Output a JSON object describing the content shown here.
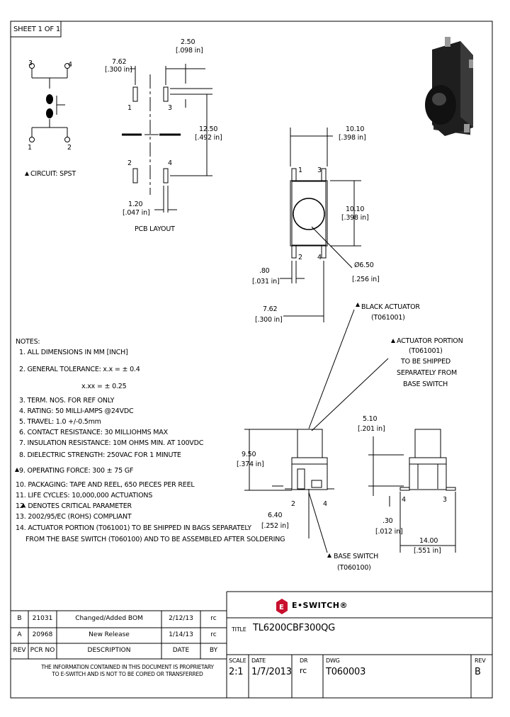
{
  "sheet": "SHEET 1 OF 1",
  "circuit": {
    "pins": [
      "3",
      "4",
      "1",
      "2"
    ],
    "label": "CIRCUIT: SPST"
  },
  "pcb": {
    "dim_width_mm": "7.62",
    "dim_width_in": "[.300 in]",
    "dim_pad_mm": "2.50",
    "dim_pad_in": "[.098 in]",
    "dim_height_mm": "12.50",
    "dim_height_in": "[.492 in]",
    "dim_hole_mm": "1.20",
    "dim_hole_in": "[.047 in]",
    "pins": [
      "1",
      "3",
      "2",
      "4"
    ],
    "label": "PCB LAYOUT"
  },
  "top_view": {
    "width_mm": "10.10",
    "width_in": "[.398 in]",
    "height_mm": "10.10",
    "height_in": "[.398 in]",
    "dia_mm": "Ø6.50",
    "dia_in": "[.256 in]",
    "pin_mm": ".80",
    "pin_in": "[.031 in]",
    "span_mm": "7.62",
    "span_in": "[.300 in]",
    "pins": [
      "1",
      "3",
      "2",
      "4"
    ]
  },
  "callouts": {
    "black_actuator": "BLACK ACTUATOR",
    "black_actuator_pn": "(T061001)",
    "actuator_portion": "ACTUATOR PORTION",
    "actuator_portion_pn": "(T061001)",
    "to_be_shipped": "TO BE SHIPPED",
    "separately_from": "SEPARATELY FROM",
    "base_switch_line": "BASE SWITCH",
    "base_switch": "BASE SWITCH",
    "base_switch_pn": "(T060100)"
  },
  "side_view": {
    "height_mm": "9.50",
    "height_in": "[.374 in]",
    "width_mm": "6.40",
    "width_in": "[.252 in]",
    "pins": [
      "2",
      "4"
    ]
  },
  "end_view": {
    "width_mm": "5.10",
    "width_in": "[.201 in]",
    "offset_mm": ".30",
    "offset_in": "[.012 in]",
    "span_mm": "14.00",
    "span_in": "[.551 in]",
    "pins": [
      "4",
      "3"
    ]
  },
  "notes": {
    "heading": "NOTES:",
    "items": [
      "1. ALL DIMENSIONS IN MM [INCH]",
      "2. GENERAL TOLERANCE: x.x = ± 0.4",
      "x.xx = ± 0.25",
      "3. TERM. NOS. FOR REF ONLY",
      "4. RATING: 50 MILLI-AMPS @24VDC",
      "5. TRAVEL: 1.0 +/-0.5mm",
      "6. CONTACT RESISTANCE: 30 MILLIOHMS MAX",
      "7. INSULATION RESISTANCE: 10M OHMS MIN. AT 100VDC",
      "8. DIELECTRIC STRENGTH: 250VAC FOR 1 MINUTE",
      "9. OPERATING FORCE: 300 ± 75 GF",
      "10. PACKAGING: TAPE AND REEL, 650 PIECES PER REEL",
      "11. LIFE CYCLES: 10,000,000 ACTUATIONS",
      "12. DENOTES CRITICAL PARAMETER",
      "13. 2002/95/EC (ROHS) COMPLIANT",
      "14. ACTUATOR PORTION (T061001) TO BE SHIPPED IN BAGS SEPARATELY",
      "FROM THE BASE SWITCH (T060100) AND TO BE ASSEMBLED AFTER SOLDERING"
    ]
  },
  "revisions": {
    "rows": [
      {
        "rev": "B",
        "pcr": "21031",
        "desc": "Changed/Added BOM",
        "date": "2/12/13",
        "by": "rc"
      },
      {
        "rev": "A",
        "pcr": "20968",
        "desc": "New Release",
        "date": "1/14/13",
        "by": "rc"
      }
    ],
    "headers": {
      "rev": "REV",
      "pcr": "PCR NO",
      "desc": "DESCRIPTION",
      "date": "DATE",
      "by": "BY"
    }
  },
  "proprietary": [
    "THE INFORMATION CONTAINED IN THIS DOCUMENT IS PROPRIETARY",
    "TO E-SWITCH AND IS NOT TO BE COPIED OR TRANSFERRED"
  ],
  "title_block": {
    "logo": "E•SWITCH®",
    "title_label": "TITLE",
    "title": "TL6200CBF300QG",
    "scale_label": "SCALE",
    "scale": "2:1",
    "date_label": "DATE",
    "date": "1/7/2013",
    "dr_label": "DR",
    "dr": "rc",
    "dwg_label": "DWG",
    "dwg": "T060003",
    "rev_label": "REV",
    "rev": "B"
  },
  "colors": {
    "logo_red": "#c8102e"
  }
}
